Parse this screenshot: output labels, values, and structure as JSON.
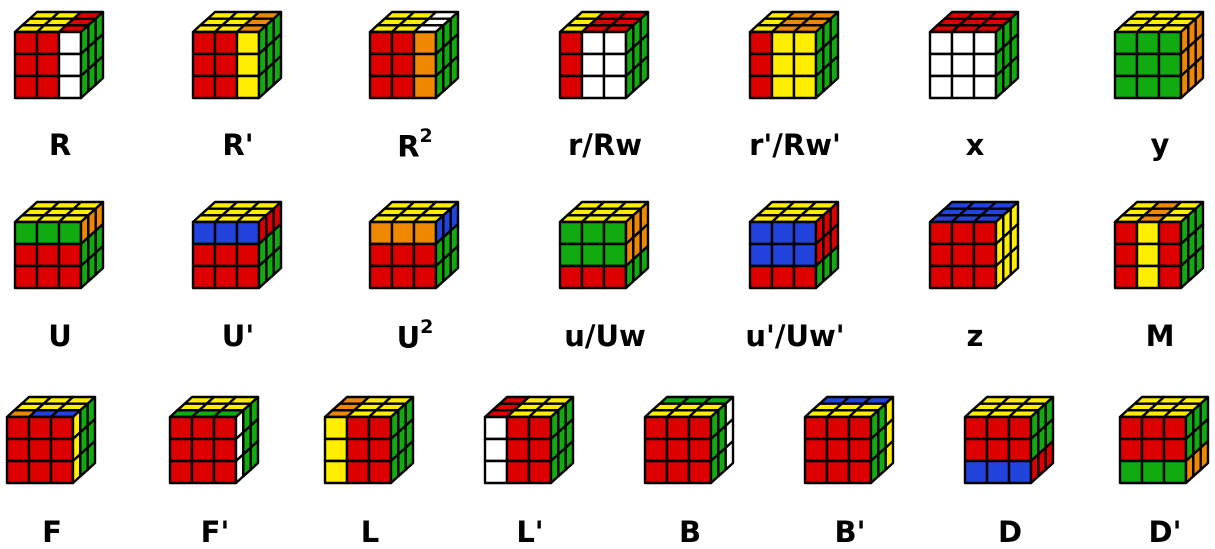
{
  "colors": {
    "R": "#dd0000",
    "O": "#ee8800",
    "Y": "#ffee00",
    "G": "#11aa11",
    "B": "#2244dd",
    "W": "#ffffff",
    "outline": "#000000"
  },
  "moves": [
    {
      "id": "R",
      "label": "R",
      "sup": "",
      "top": [
        "YYR",
        "YYR",
        "YYR"
      ],
      "front": [
        "RRW",
        "RRW",
        "RRW"
      ],
      "right": [
        "GGG",
        "GGG",
        "GGG"
      ]
    },
    {
      "id": "Rp",
      "label": "R'",
      "sup": "",
      "top": [
        "YYO",
        "YYO",
        "YYO"
      ],
      "front": [
        "RRY",
        "RRY",
        "RRY"
      ],
      "right": [
        "GGG",
        "GGG",
        "GGG"
      ]
    },
    {
      "id": "R2",
      "label": "R",
      "sup": "2",
      "top": [
        "YYW",
        "YYW",
        "YYW"
      ],
      "front": [
        "RRO",
        "RRO",
        "RRO"
      ],
      "right": [
        "GGG",
        "GGG",
        "GGG"
      ]
    },
    {
      "id": "r",
      "label": "r/Rw",
      "sup": "",
      "top": [
        "YRR",
        "YRR",
        "YRR"
      ],
      "front": [
        "RWW",
        "RWW",
        "RWW"
      ],
      "right": [
        "GGG",
        "GGG",
        "GGG"
      ]
    },
    {
      "id": "rp",
      "label": "r'/Rw'",
      "sup": "",
      "top": [
        "YOO",
        "YOO",
        "YOO"
      ],
      "front": [
        "RYY",
        "RYY",
        "RYY"
      ],
      "right": [
        "GGG",
        "GGG",
        "GGG"
      ]
    },
    {
      "id": "x",
      "label": "x",
      "sup": "",
      "top": [
        "RRR",
        "RRR",
        "RRR"
      ],
      "front": [
        "WWW",
        "WWW",
        "WWW"
      ],
      "right": [
        "GGG",
        "GGG",
        "GGG"
      ]
    },
    {
      "id": "y",
      "label": "y",
      "sup": "",
      "top": [
        "YYY",
        "YYY",
        "YYY"
      ],
      "front": [
        "GGG",
        "GGG",
        "GGG"
      ],
      "right": [
        "OOO",
        "OOO",
        "OOO"
      ]
    },
    {
      "id": "U",
      "label": "U",
      "sup": "",
      "top": [
        "YYY",
        "YYY",
        "YYY"
      ],
      "front": [
        "GGG",
        "RRR",
        "RRR"
      ],
      "right": [
        "OOO",
        "GGG",
        "GGG"
      ]
    },
    {
      "id": "Up",
      "label": "U'",
      "sup": "",
      "top": [
        "YYY",
        "YYY",
        "YYY"
      ],
      "front": [
        "BBB",
        "RRR",
        "RRR"
      ],
      "right": [
        "RRR",
        "GGG",
        "GGG"
      ]
    },
    {
      "id": "U2",
      "label": "U",
      "sup": "2",
      "top": [
        "YYY",
        "YYY",
        "YYY"
      ],
      "front": [
        "OOO",
        "RRR",
        "RRR"
      ],
      "right": [
        "BBB",
        "GGG",
        "GGG"
      ]
    },
    {
      "id": "u",
      "label": "u/Uw",
      "sup": "",
      "top": [
        "YYY",
        "YYY",
        "YYY"
      ],
      "front": [
        "GGG",
        "GGG",
        "RRR"
      ],
      "right": [
        "OOO",
        "OOO",
        "GGG"
      ]
    },
    {
      "id": "up",
      "label": "u'/Uw'",
      "sup": "",
      "top": [
        "YYY",
        "YYY",
        "YYY"
      ],
      "front": [
        "BBB",
        "BBB",
        "RRR"
      ],
      "right": [
        "RRR",
        "RRR",
        "GGG"
      ]
    },
    {
      "id": "z",
      "label": "z",
      "sup": "",
      "top": [
        "BBB",
        "BBB",
        "BBB"
      ],
      "front": [
        "RRR",
        "RRR",
        "RRR"
      ],
      "right": [
        "YYY",
        "YYY",
        "YYY"
      ]
    },
    {
      "id": "M",
      "label": "M",
      "sup": "",
      "top": [
        "YOY",
        "YOY",
        "YOY"
      ],
      "front": [
        "RYR",
        "RYR",
        "RYR"
      ],
      "right": [
        "GGG",
        "GGG",
        "GGG"
      ]
    },
    {
      "id": "F",
      "label": "F",
      "sup": "",
      "top": [
        "YYY",
        "YYY",
        "OBB"
      ],
      "front": [
        "RRR",
        "RRR",
        "RRR"
      ],
      "right": [
        "YGG",
        "YGG",
        "YGG"
      ]
    },
    {
      "id": "Fp",
      "label": "F'",
      "sup": "",
      "top": [
        "YYY",
        "YYY",
        "GGG"
      ],
      "front": [
        "RRR",
        "RRR",
        "RRR"
      ],
      "right": [
        "WGG",
        "WGG",
        "WGG"
      ]
    },
    {
      "id": "L",
      "label": "L",
      "sup": "",
      "top": [
        "OYY",
        "OYY",
        "OYY"
      ],
      "front": [
        "YRR",
        "YRR",
        "YRR"
      ],
      "right": [
        "GGG",
        "GGG",
        "GGG"
      ]
    },
    {
      "id": "Lp",
      "label": "L'",
      "sup": "",
      "top": [
        "RYY",
        "RYY",
        "RYY"
      ],
      "front": [
        "WRR",
        "WRR",
        "WRR"
      ],
      "right": [
        "GGG",
        "GGG",
        "GGG"
      ]
    },
    {
      "id": "B",
      "label": "B",
      "sup": "",
      "top": [
        "GGG",
        "YYY",
        "YYY"
      ],
      "front": [
        "RRR",
        "RRR",
        "RRR"
      ],
      "right": [
        "GGW",
        "GGW",
        "GGW"
      ]
    },
    {
      "id": "Bp",
      "label": "B'",
      "sup": "",
      "top": [
        "BBB",
        "YYY",
        "YYY"
      ],
      "front": [
        "RRR",
        "RRR",
        "RRR"
      ],
      "right": [
        "GGY",
        "GGY",
        "GGY"
      ]
    },
    {
      "id": "D",
      "label": "D",
      "sup": "",
      "top": [
        "YYY",
        "YYY",
        "YYY"
      ],
      "front": [
        "RRR",
        "RRR",
        "BBB"
      ],
      "right": [
        "GGG",
        "GGG",
        "RRR"
      ]
    },
    {
      "id": "Dp",
      "label": "D'",
      "sup": "",
      "top": [
        "YYY",
        "YYY",
        "YYY"
      ],
      "front": [
        "RRR",
        "RRR",
        "GGG"
      ],
      "right": [
        "GGG",
        "GGG",
        "OOO"
      ]
    }
  ]
}
